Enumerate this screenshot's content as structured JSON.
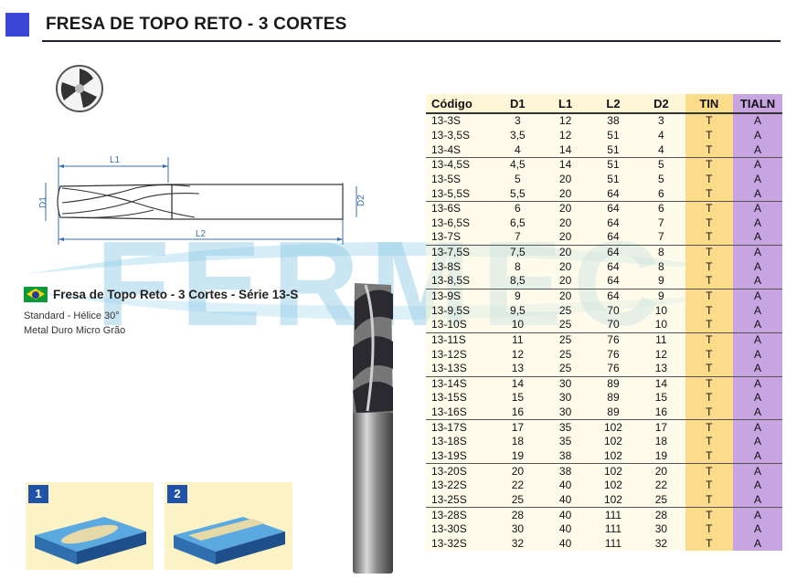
{
  "header": {
    "title": "FRESA DE TOPO RETO - 3 CORTES"
  },
  "drawing": {
    "labels": {
      "l1": "L1",
      "l2": "L2",
      "d1": "D1",
      "d2": "D2"
    }
  },
  "watermark": {
    "text": "FERMEC"
  },
  "series": {
    "title": "Fresa de Topo Reto - 3 Cortes - Série 13-S",
    "line1": "Standard - Hélice 30°",
    "line2": "Metal Duro Micro Grão"
  },
  "cut_examples": [
    {
      "number": "1"
    },
    {
      "number": "2"
    }
  ],
  "table": {
    "columns": [
      "Código",
      "D1",
      "L1",
      "L2",
      "D2",
      "TIN",
      "TIALN"
    ],
    "groups": [
      [
        [
          "13-3S",
          "3",
          "12",
          "38",
          "3",
          "T",
          "A"
        ],
        [
          "13-3,5S",
          "3,5",
          "12",
          "51",
          "4",
          "T",
          "A"
        ],
        [
          "13-4S",
          "4",
          "14",
          "51",
          "4",
          "T",
          "A"
        ]
      ],
      [
        [
          "13-4,5S",
          "4,5",
          "14",
          "51",
          "5",
          "T",
          "A"
        ],
        [
          "13-5S",
          "5",
          "20",
          "51",
          "5",
          "T",
          "A"
        ],
        [
          "13-5,5S",
          "5,5",
          "20",
          "64",
          "6",
          "T",
          "A"
        ]
      ],
      [
        [
          "13-6S",
          "6",
          "20",
          "64",
          "6",
          "T",
          "A"
        ],
        [
          "13-6,5S",
          "6,5",
          "20",
          "64",
          "7",
          "T",
          "A"
        ],
        [
          "13-7S",
          "7",
          "20",
          "64",
          "7",
          "T",
          "A"
        ]
      ],
      [
        [
          "13-7,5S",
          "7,5",
          "20",
          "64",
          "8",
          "T",
          "A"
        ],
        [
          "13-8S",
          "8",
          "20",
          "64",
          "8",
          "T",
          "A"
        ],
        [
          "13-8,5S",
          "8,5",
          "20",
          "64",
          "9",
          "T",
          "A"
        ]
      ],
      [
        [
          "13-9S",
          "9",
          "20",
          "64",
          "9",
          "T",
          "A"
        ],
        [
          "13-9,5S",
          "9,5",
          "25",
          "70",
          "10",
          "T",
          "A"
        ],
        [
          "13-10S",
          "10",
          "25",
          "70",
          "10",
          "T",
          "A"
        ]
      ],
      [
        [
          "13-11S",
          "11",
          "25",
          "76",
          "11",
          "T",
          "A"
        ],
        [
          "13-12S",
          "12",
          "25",
          "76",
          "12",
          "T",
          "A"
        ],
        [
          "13-13S",
          "13",
          "25",
          "76",
          "13",
          "T",
          "A"
        ]
      ],
      [
        [
          "13-14S",
          "14",
          "30",
          "89",
          "14",
          "T",
          "A"
        ],
        [
          "13-15S",
          "15",
          "30",
          "89",
          "15",
          "T",
          "A"
        ],
        [
          "13-16S",
          "16",
          "30",
          "89",
          "16",
          "T",
          "A"
        ]
      ],
      [
        [
          "13-17S",
          "17",
          "35",
          "102",
          "17",
          "T",
          "A"
        ],
        [
          "13-18S",
          "18",
          "35",
          "102",
          "18",
          "T",
          "A"
        ],
        [
          "13-19S",
          "19",
          "38",
          "102",
          "19",
          "T",
          "A"
        ]
      ],
      [
        [
          "13-20S",
          "20",
          "38",
          "102",
          "20",
          "T",
          "A"
        ],
        [
          "13-22S",
          "22",
          "40",
          "102",
          "22",
          "T",
          "A"
        ],
        [
          "13-25S",
          "25",
          "40",
          "102",
          "25",
          "T",
          "A"
        ]
      ],
      [
        [
          "13-28S",
          "28",
          "40",
          "111",
          "28",
          "T",
          "A"
        ],
        [
          "13-30S",
          "30",
          "40",
          "111",
          "30",
          "T",
          "A"
        ],
        [
          "13-32S",
          "32",
          "40",
          "111",
          "32",
          "T",
          "A"
        ]
      ]
    ]
  }
}
